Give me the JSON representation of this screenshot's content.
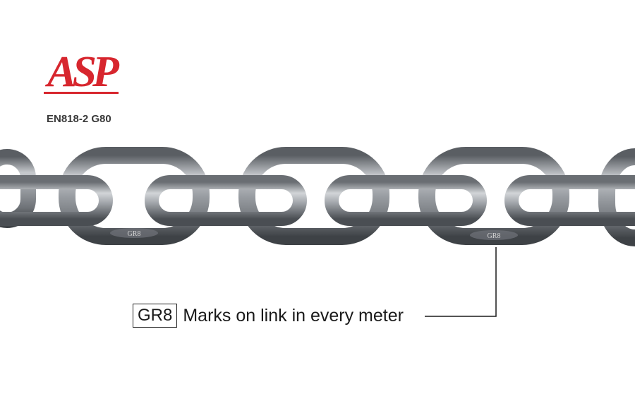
{
  "logo": {
    "text": "ASP",
    "color": "#d7262e"
  },
  "spec_label": "EN818-2 G80",
  "link_stamp": "GR8",
  "caption": {
    "mark": "GR8",
    "text": "Marks on link in every meter"
  },
  "colors": {
    "chain_light": "#c9ccd0",
    "chain_mid": "#8f9398",
    "chain_dark": "#4d5156",
    "background": "#ffffff"
  }
}
